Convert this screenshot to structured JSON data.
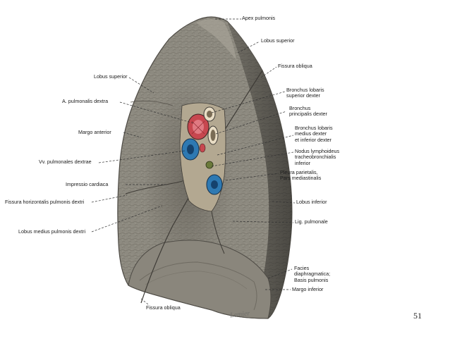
{
  "figure": {
    "labels": {
      "apex_pulmonis": "Apex pulmonis",
      "lobus_superior_right": "Lobus superior",
      "fissura_obliqua_top": "Fissura obliqua",
      "lobus_superior_left": "Lobus superior",
      "a_pulmonalis_dextra": "A. pulmonalis dextra",
      "bronchus_lobaris_superior": "Bronchus lobaris\nsuperior dexter",
      "bronchus_principalis": "Bronchus\nprincipalis dexter",
      "margo_anterior": "Margo anterior",
      "bronchus_lobaris_medius": "Bronchus lobaris\nmedius dexter\net inferior dexter",
      "nodus_lymphoideus": "Nodus lymphoideus\ntracheobronchialis\ninferior",
      "vv_pulmonales": "Vv. pulmonales dextrae",
      "pleura_parietalis": "Pleura parietalis,\nPars mediastinalis",
      "impressio_cardiaca": "Impressio cardiaca",
      "fissura_horizontalis": "Fissura horizontalis pulmonis dextri",
      "lobus_inferior": "Lobus inferior",
      "lig_pulmonale": "Lig. pulmonale",
      "lobus_medius": "Lobus medius pulmonis dextri",
      "facies_diaphragmatica": "Facies\ndiaphragmatica;\nBasis pulmonis",
      "margo_inferior": "Margo inferior",
      "fissura_obliqua_bottom": "Fissura obliqua"
    },
    "signature": "Lemier"
  },
  "page_number": "51"
}
